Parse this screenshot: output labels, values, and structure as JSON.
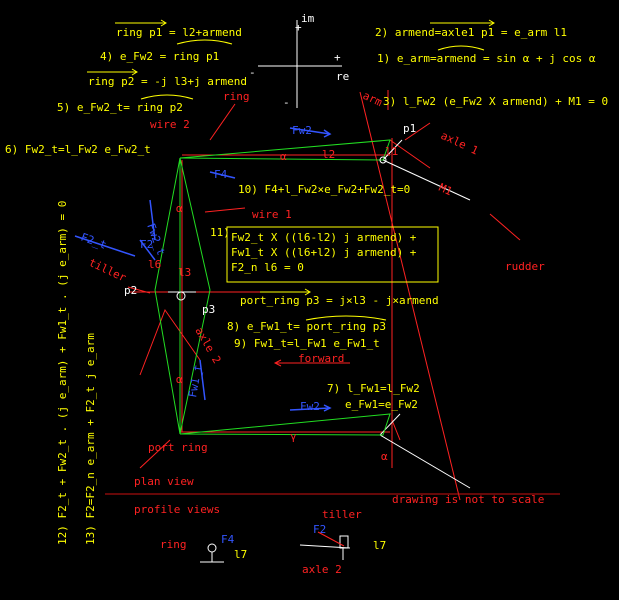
{
  "colors": {
    "background": "#000000",
    "equation_text": "#ffff00",
    "annotation": "#ff2222",
    "force_vector": "#3355ff",
    "wire": "#22dd22",
    "axis": "#ffffff"
  },
  "equations": {
    "ring_p1": "ring p1 = l2+armend",
    "e_fw2": "4) e_Fw2 = ring p1",
    "ring_p2": "ring p2 = -j l3+j armend",
    "e_fw2_t": "5) e_Fw2_t= ring p2",
    "fw2_t": "6) Fw2_t=l_Fw2 e_Fw2_t",
    "armend": "2) armend=axle1 p1 = e_arm l1",
    "e_arm": "1) e_arm=armend = sin α + j cos α",
    "moment": "3) l_Fw2 (e_Fw2 X armend) + M1 = 0",
    "force_sum": "10) F4+l_Fw2×e_Fw2+Fw2_t=0",
    "eq11_line1": "Fw2_t X ((l6-l2) j armend) +",
    "eq11_line2": "Fw1_t X ((l6+l2) j armend) +",
    "eq11_line3": "F2_n  l6                 = 0",
    "eq11_label": "11)",
    "port_ring": "port_ring p3 = j×l3 - j×armend",
    "e_fw1_t": "8) e_Fw1_t= port_ring p3",
    "fw1_t": "9) Fw1_t=l_Fw1 e_Fw1_t",
    "l_fw1": "7) l_Fw1=l_Fw2",
    "e_fw1": "e_Fw1=e_Fw2",
    "eq12a": "12)  F2_t + Fw2_t . (j e_arm) + Fw1_t . (j e_arm) = 0",
    "eq12b": "13) F2=F2_n  e_arm + F2_t j e_arm"
  },
  "axes": {
    "im": "im",
    "re": "re",
    "plus": "+",
    "minus": "-"
  },
  "labels": {
    "ring": "ring",
    "wire2": "wire 2",
    "wire1": "wire 1",
    "fw2": "Fw2",
    "fw2_t_vec": "Fw2_t",
    "f4": "F4",
    "f2": "F2",
    "f2_t": "F2_t",
    "f2_n": "F2_n",
    "fw1_t": "Fw1_t",
    "fw1": "Fw1",
    "l1": "l1",
    "l2": "l2",
    "l3": "l3",
    "l6": "l6",
    "l7": "l7",
    "p1": "p1",
    "p2": "p2",
    "p3": "p3",
    "axle1": "axle 1",
    "axle2": "axle 2",
    "arm": "arm",
    "tiller": "tiller",
    "rudder": "rudder",
    "forward": "forward",
    "port_ring": "port ring",
    "alpha": "α",
    "gamma": "γ",
    "m1": "M1",
    "i3": "l3",
    "plan_view": "plan view",
    "profile_views": "profile views",
    "not_to_scale": "drawing is not to scale",
    "ring_profile": "ring",
    "tiller_profile": "tiller",
    "axle2_profile": "axle 2",
    "f4_profile": "F4",
    "f2_profile": "F2",
    "l7_a": "l7",
    "l7_b": "l7"
  }
}
